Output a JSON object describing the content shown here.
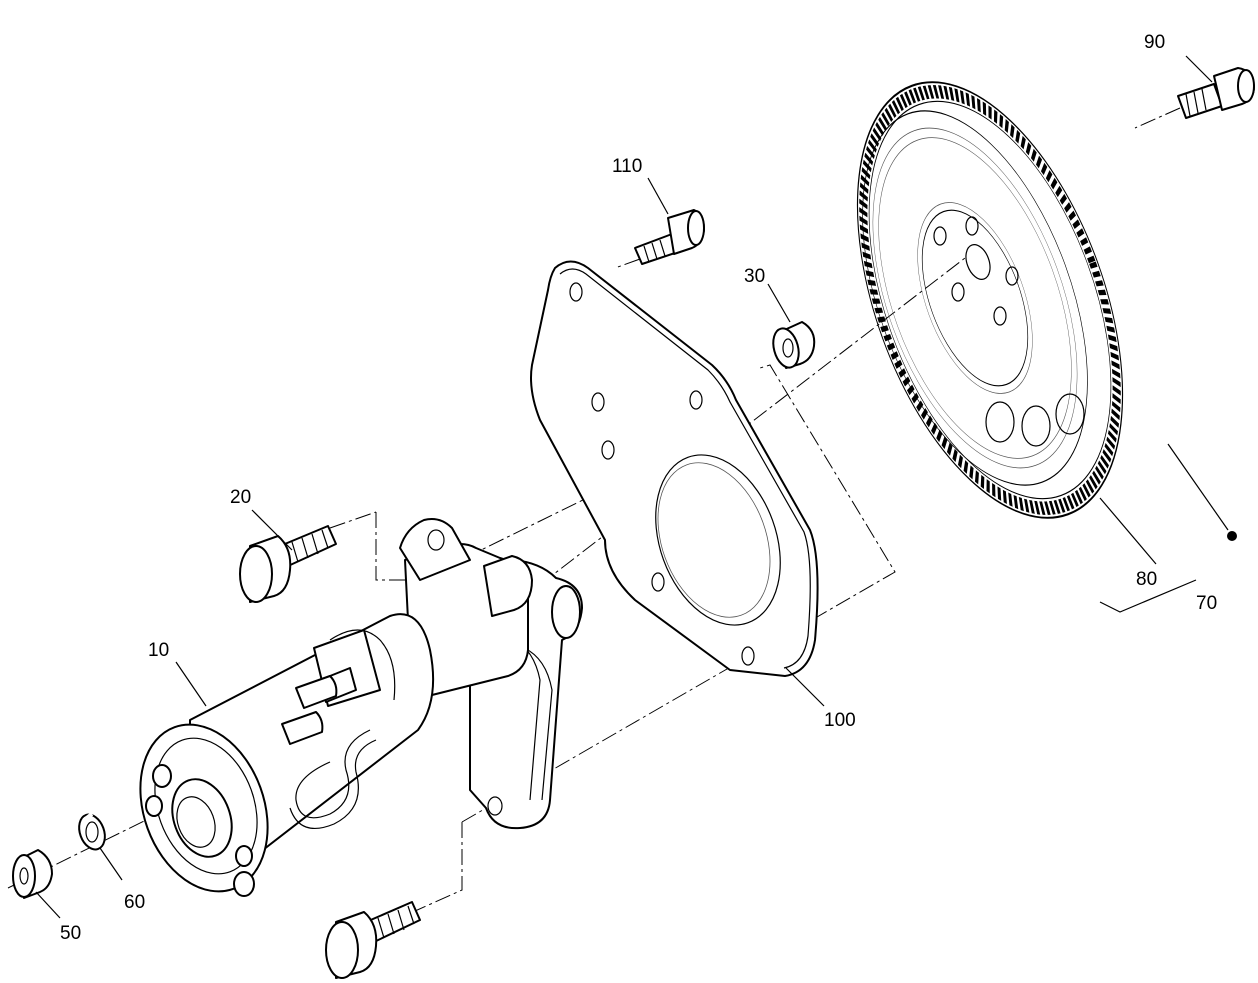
{
  "callouts": {
    "p10": "10",
    "p20": "20",
    "p30": "30",
    "p50": "50",
    "p60": "60",
    "p70": "70",
    "p80": "80",
    "p90": "90",
    "p100": "100",
    "p110": "110"
  }
}
